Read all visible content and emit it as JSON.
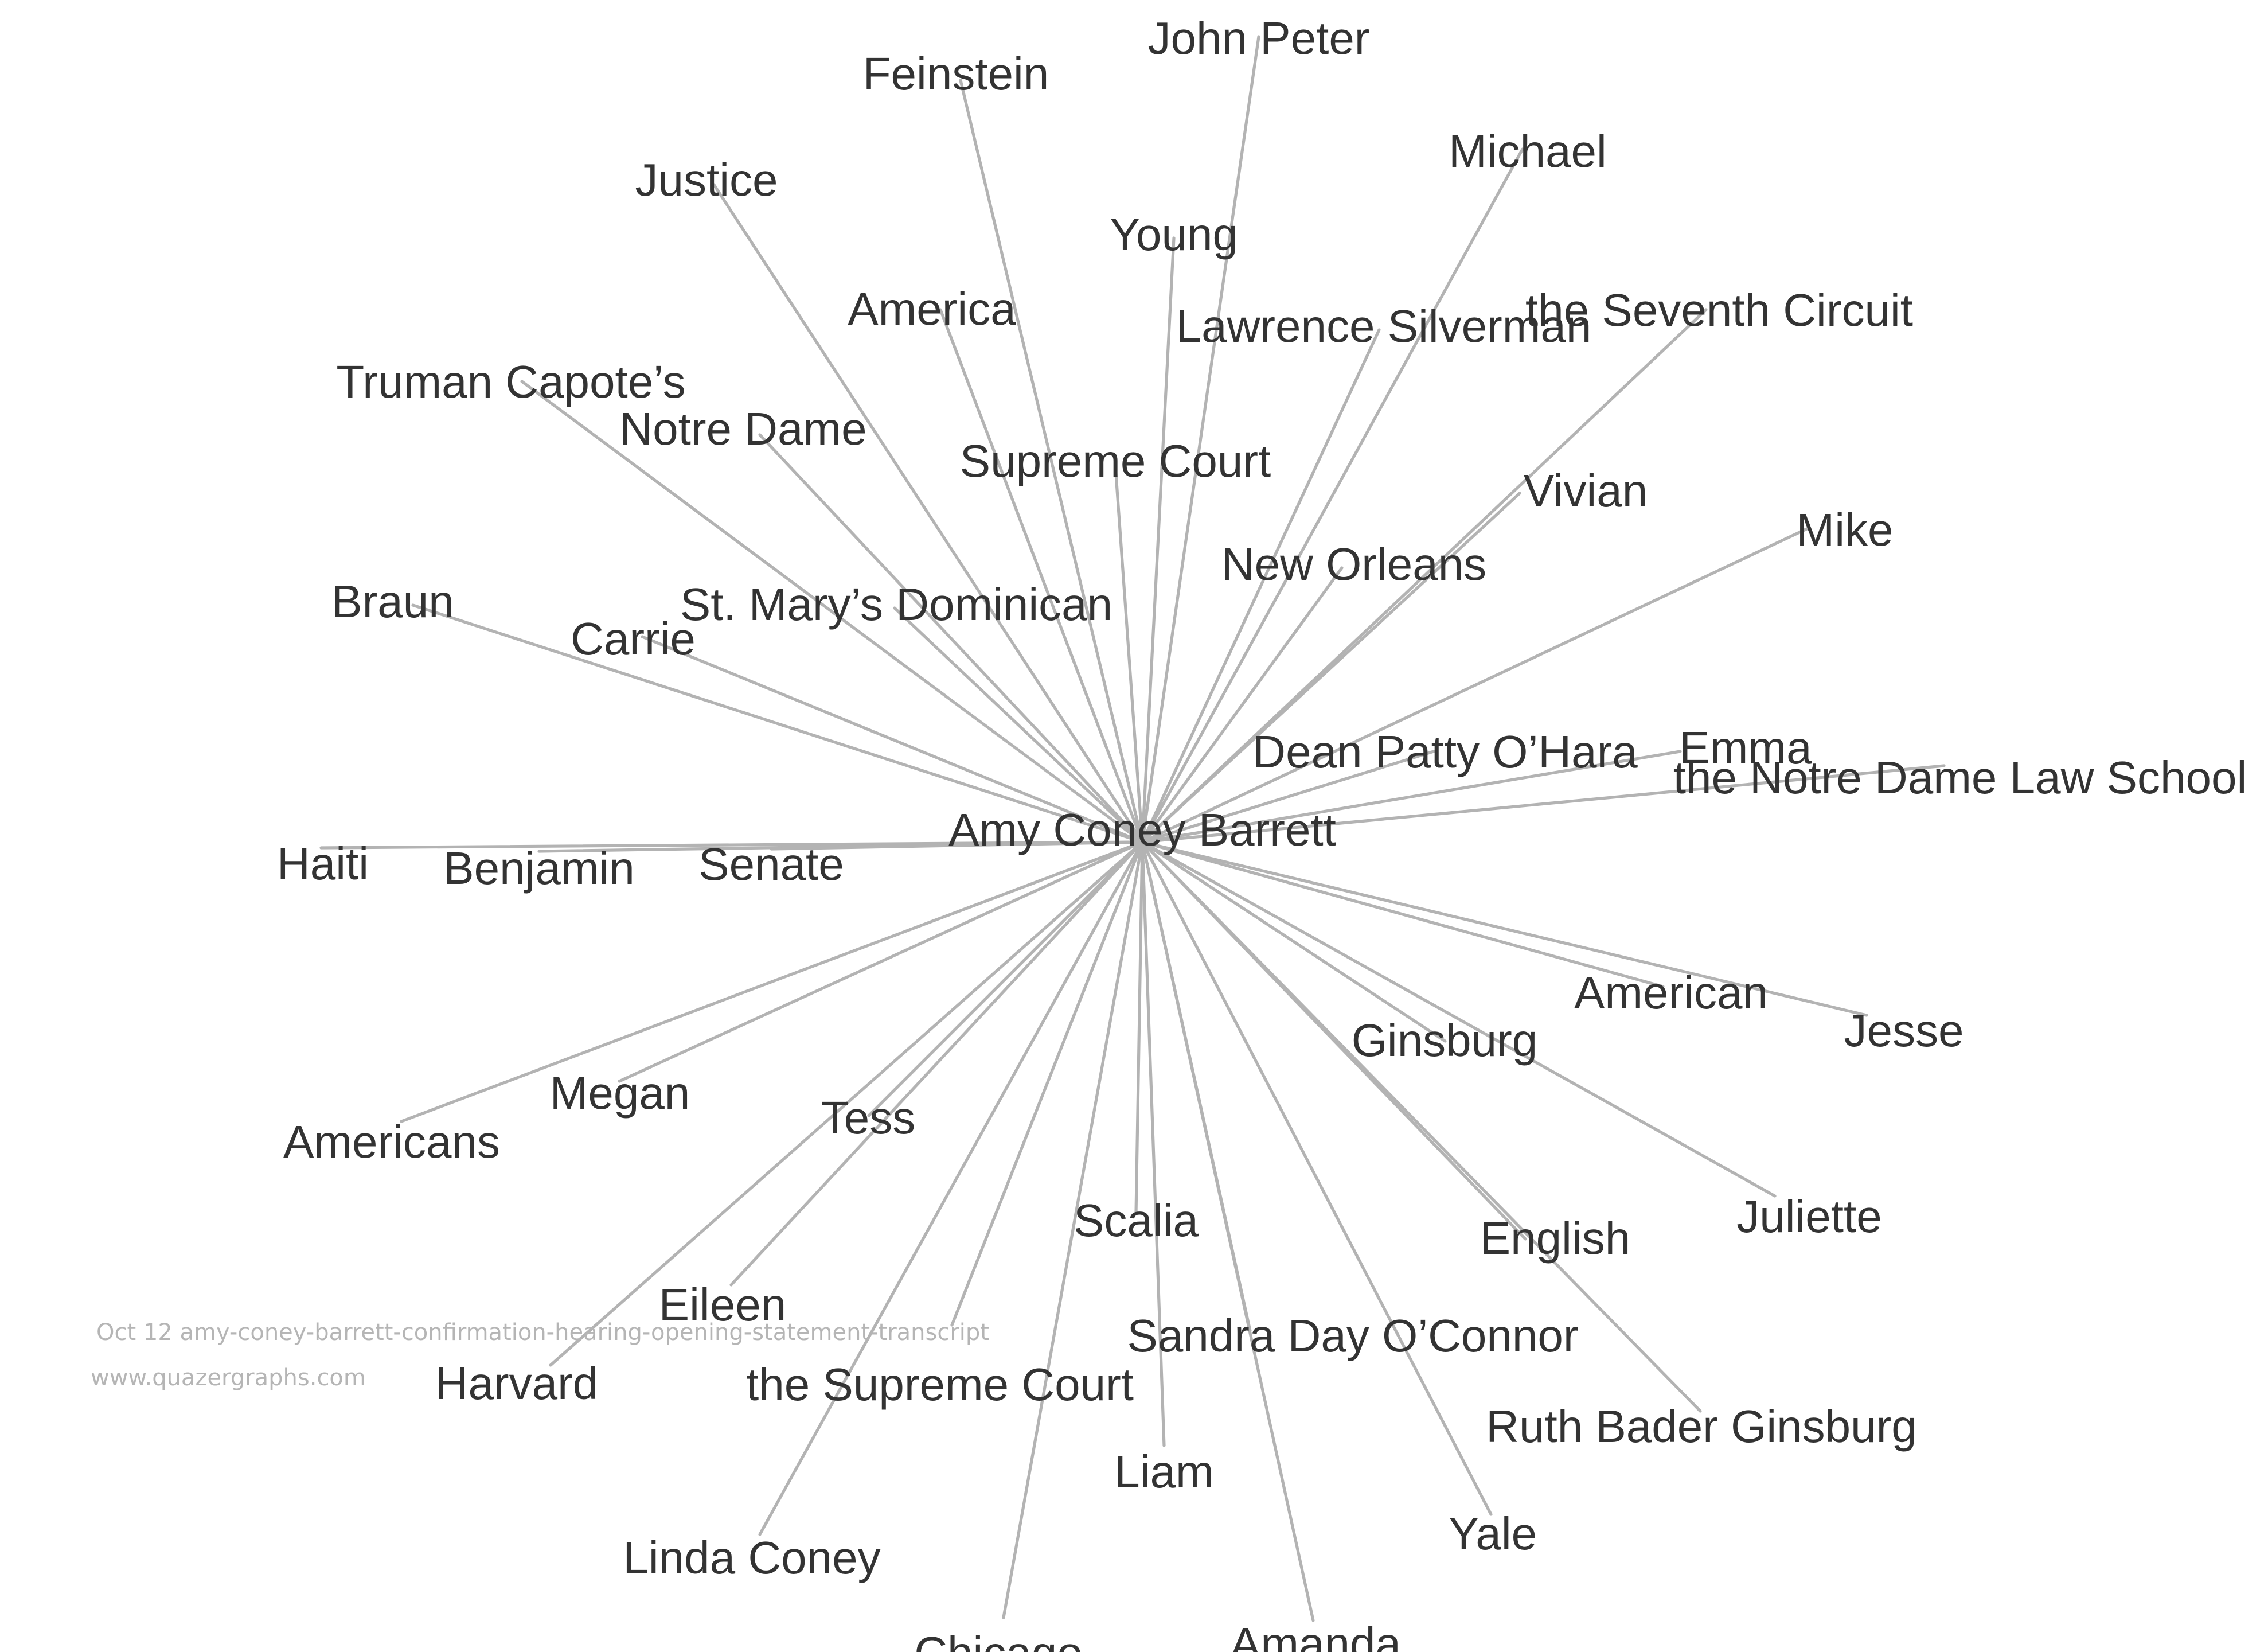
{
  "diagram": {
    "type": "network",
    "center": {
      "label": "Amy Coney Barrett"
    },
    "nodes": [
      {
        "label": "John Peter"
      },
      {
        "label": "Feinstein"
      },
      {
        "label": "Michael"
      },
      {
        "label": "Justice"
      },
      {
        "label": "Young"
      },
      {
        "label": "America"
      },
      {
        "label": "Lawrence Silverman"
      },
      {
        "label": "the Seventh Circuit"
      },
      {
        "label": "Truman Capote’s"
      },
      {
        "label": "Notre Dame"
      },
      {
        "label": "Supreme Court"
      },
      {
        "label": "Vivian"
      },
      {
        "label": "Mike"
      },
      {
        "label": "New Orleans"
      },
      {
        "label": "Braun"
      },
      {
        "label": "St. Mary’s Dominican"
      },
      {
        "label": "Carrie"
      },
      {
        "label": "Dean Patty O’Hara"
      },
      {
        "label": "Emma"
      },
      {
        "label": "the Notre Dame Law School"
      },
      {
        "label": "Haiti"
      },
      {
        "label": "Benjamin"
      },
      {
        "label": "Senate"
      },
      {
        "label": "American"
      },
      {
        "label": "Jesse"
      },
      {
        "label": "Ginsburg"
      },
      {
        "label": "Megan"
      },
      {
        "label": "Americans"
      },
      {
        "label": "Tess"
      },
      {
        "label": "Juliette"
      },
      {
        "label": "Scalia"
      },
      {
        "label": "English"
      },
      {
        "label": "Eileen"
      },
      {
        "label": "Sandra Day O’Connor"
      },
      {
        "label": "Harvard"
      },
      {
        "label": "the Supreme Court"
      },
      {
        "label": "Ruth Bader Ginsburg"
      },
      {
        "label": "Liam"
      },
      {
        "label": "Yale"
      },
      {
        "label": "Linda Coney"
      },
      {
        "label": "Chicago"
      },
      {
        "label": "Amanda"
      }
    ]
  },
  "watermark": {
    "title": "Oct 12 amy-coney-barrett-confirmation-hearing-opening-statement-transcript",
    "site": "www.quazergraphs.com"
  },
  "colors": {
    "edge": "#b3b3b3",
    "label": "#333333",
    "watermark": "#b5b5b5",
    "background": "#ffffff"
  }
}
